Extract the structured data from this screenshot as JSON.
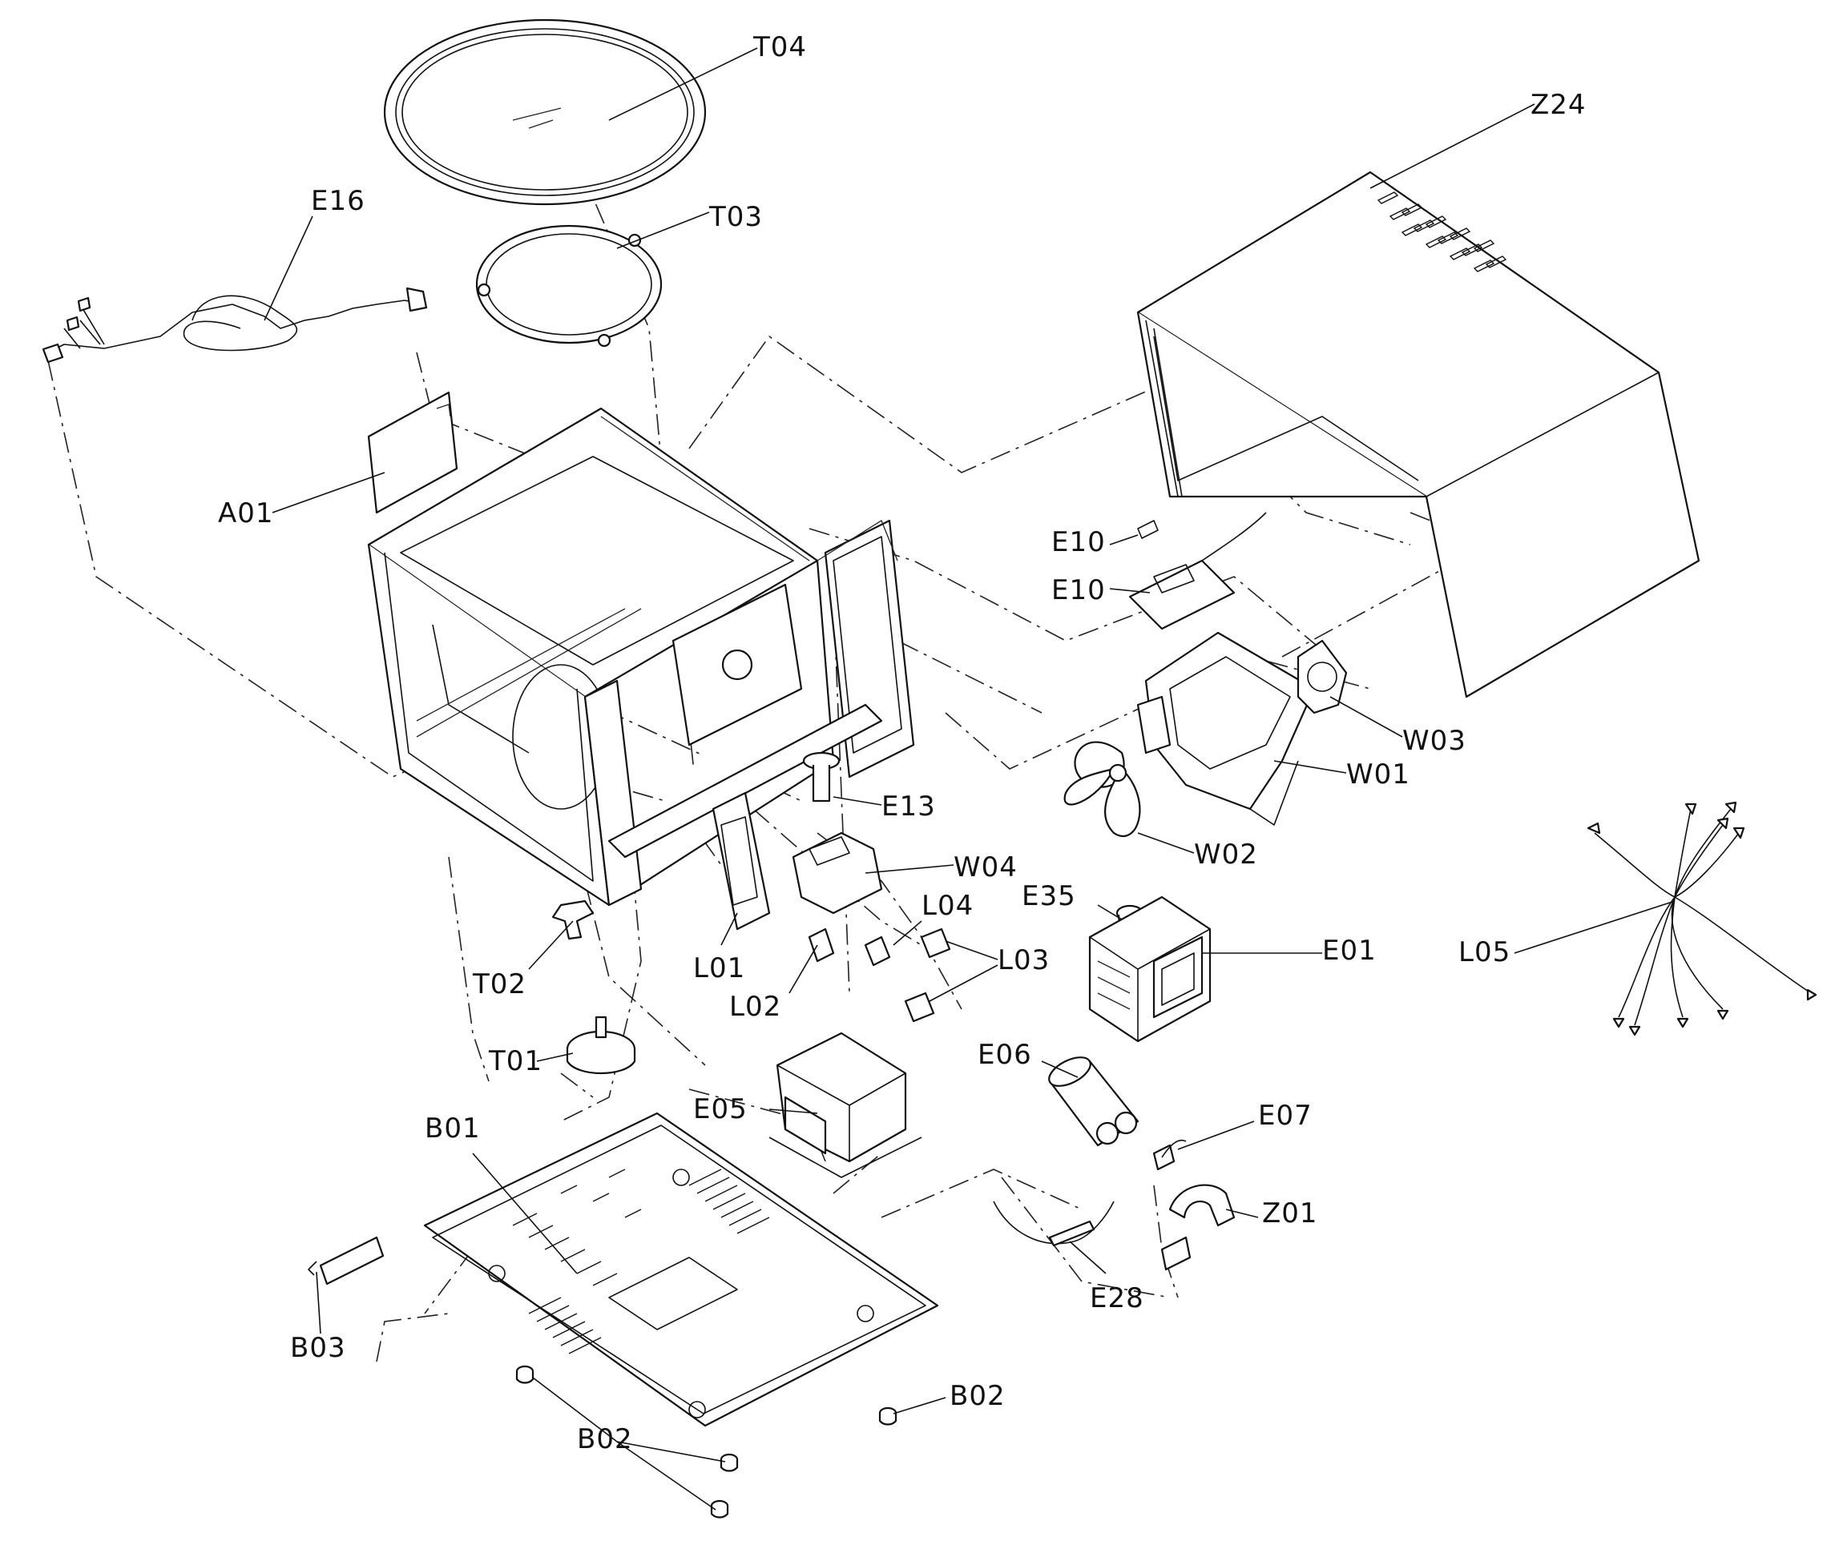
{
  "diagram": {
    "labels": {
      "T04": "T04",
      "Z24": "Z24",
      "E16": "E16",
      "T03": "T03",
      "A01": "A01",
      "E10a": "E10",
      "E10b": "E10",
      "W03": "W03",
      "W01": "W01",
      "E13": "E13",
      "W02": "W02",
      "W04": "W04",
      "L04": "L04",
      "E35": "E35",
      "E01": "E01",
      "L05": "L05",
      "L03": "L03",
      "L01": "L01",
      "L02": "L02",
      "T02": "T02",
      "T01": "T01",
      "E06": "E06",
      "E05": "E05",
      "E07": "E07",
      "B01": "B01",
      "Z01": "Z01",
      "E28": "E28",
      "B03": "B03",
      "B02a": "B02",
      "B02b": "B02"
    },
    "parts": [
      "glass-turntable-tray",
      "roller-ring",
      "outer-case",
      "power-cord",
      "waveguide-cover",
      "cavity",
      "control-pcb",
      "fan-motor-bracket",
      "fan-motor",
      "fan-blade",
      "lamp",
      "air-duct",
      "interlock-switches",
      "thermostat",
      "magnetron",
      "harness",
      "turntable-coupler",
      "turntable-motor",
      "transformer",
      "capacitor",
      "diode",
      "hv-fuse",
      "capacitor-bracket",
      "base-plate",
      "base-bracket",
      "feet"
    ],
    "line_color": "#111111",
    "background": "#ffffff"
  }
}
